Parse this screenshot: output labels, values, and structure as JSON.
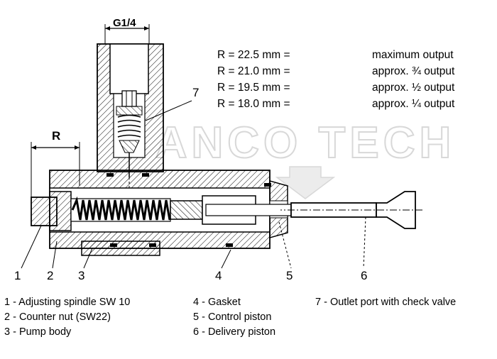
{
  "port_label": "G1/4",
  "radius_label": "R",
  "watermark": "ANCO TECH",
  "specs": [
    {
      "radius": "R = 22.5 mm =",
      "output": "maximum  output"
    },
    {
      "radius": "R = 21.0 mm =",
      "output": "approx. ¾ output"
    },
    {
      "radius": "R = 19.5 mm =",
      "output": "approx. ½ output"
    },
    {
      "radius": "R = 18.0 mm =",
      "output": "approx. ¼ output"
    }
  ],
  "callouts": [
    "1",
    "2",
    "3",
    "4",
    "5",
    "6",
    "7"
  ],
  "legend": [
    "1 - Adjusting spindle SW 10",
    "2 - Counter nut (SW22)",
    "3 - Pump body",
    "4 - Gasket",
    "5 - Control piston",
    "6 - Delivery piston",
    "7 - Outlet port with check valve"
  ],
  "colors": {
    "line": "#000000",
    "hatch": "#000000",
    "watermark": "#dcdcdc",
    "background": "#ffffff"
  }
}
